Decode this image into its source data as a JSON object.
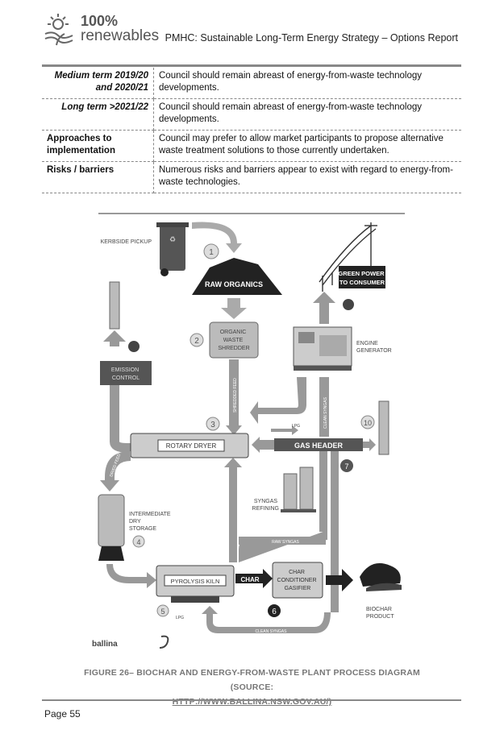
{
  "header": {
    "logo_line1": "100%",
    "logo_line2": "renewables",
    "title": "PMHC: Sustainable Long-Term Energy Strategy – Options Report"
  },
  "table": {
    "rows": [
      {
        "label": "Medium term 2019/20 and 2020/21",
        "text": "Council should remain abreast of energy-from-waste technology developments."
      },
      {
        "label": "Long term >2021/22",
        "text": "Council should remain abreast of energy-from-waste technology developments."
      },
      {
        "label": "Approaches to implementation",
        "text": "Council may prefer to allow market participants to propose alternative waste treatment solutions to those currently undertaken."
      },
      {
        "label": "Risks / barriers",
        "text": "Numerous risks and barriers appear to exist with regard to energy-from-waste technologies."
      }
    ]
  },
  "diagram": {
    "kerbside": "KERBSIDE PICKUP",
    "raw_organics": "RAW ORGANICS",
    "green_power": "GREEN POWER TO CONSUMER",
    "engine_generator": "ENGINE GENERATOR",
    "organic_shredder": "ORGANIC WASTE SHREDDER",
    "rotary_dryer": "ROTARY DRYER",
    "gas_header": "GAS HEADER",
    "syngas_refining": "SYNGAS REFINING",
    "intermediate_storage": "INTERMEDIATE DRY STORAGE",
    "raw_syngas": "RAW SYNGAS",
    "pyrolysis_kiln": "PYROLYSIS KILN",
    "char_label": "CHAR",
    "char_conditioner": "CHAR CONDITIONER GASIFIER",
    "biochar_product": "BIOCHAR PRODUCT",
    "clean_syngas": "CLEAN SYNGAS",
    "clean_syngas_vertical": "CLEAN SYNGAS",
    "emission_control": "EMISSION CONTROL",
    "shredded_feed": "SHREDDED FEED",
    "dried_feed": "DRIED FEED",
    "lpg1": "LPG",
    "lpg2": "LPG",
    "ballina": "ballina",
    "num1": "1",
    "num2": "2",
    "num3": "3",
    "num4": "4",
    "num5": "5",
    "num6": "6",
    "num7": "7",
    "num10": "10"
  },
  "caption": {
    "line1": "FIGURE 26– BIOCHAR AND ENERGY-FROM-WASTE PLANT PROCESS DIAGRAM (SOURCE:",
    "line2": "HTTP://WWW.BALLINA.NSW.GOV.AU/)"
  },
  "footer": {
    "page": "Page 55"
  }
}
